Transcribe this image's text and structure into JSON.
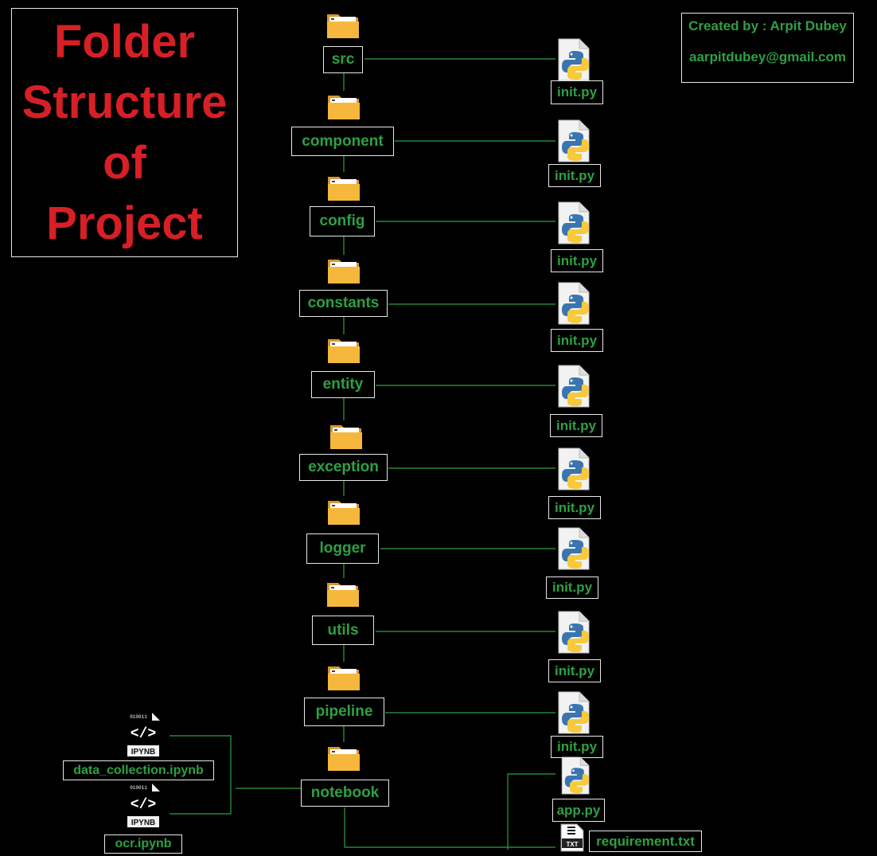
{
  "title": {
    "lines": [
      "Folder",
      "Structure",
      "of",
      "Project"
    ]
  },
  "credit": {
    "author": "Created by : Arpit Dubey",
    "email": "aarpitdubey@gmail.com"
  },
  "colors": {
    "title": "#d71f26",
    "label_text": "#2ea043",
    "connector": "#2ea043",
    "border": "#e8e8e8",
    "background": "#000000",
    "folder": "#f5b83d"
  },
  "folders": [
    "src",
    "component",
    "config",
    "constants",
    "entity",
    "exception",
    "logger",
    "utils",
    "pipeline",
    "notebook"
  ],
  "init_files": [
    "init.py",
    "init.py",
    "init.py",
    "init.py",
    "init.py",
    "init.py",
    "init.py",
    "init.py",
    "init.py"
  ],
  "notebooks": [
    {
      "name": "data_collection.ipynb",
      "badge": "IPYNB",
      "bits": "010011"
    },
    {
      "name": "ocr.ipynb",
      "badge": "IPYNB",
      "bits": "010011"
    }
  ],
  "root_files": {
    "app": "app.py",
    "requirements": "requirement.txt",
    "txt_badge": "TXT"
  }
}
